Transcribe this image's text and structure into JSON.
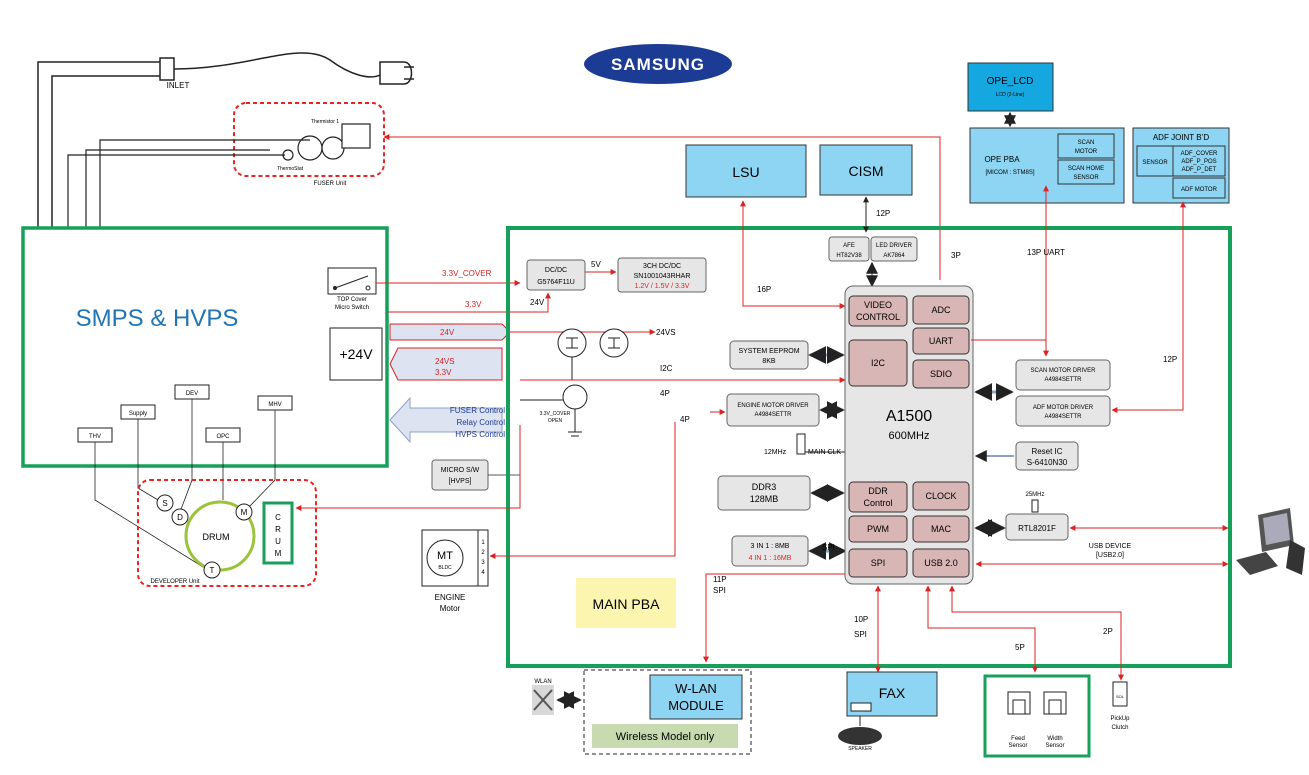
{
  "logo": "SAMSUNG",
  "inlet": "INLET",
  "fuser": {
    "unit": "FUSER Unit",
    "thermistor": "Thermistor 1",
    "thermostat": "ThermoStat"
  },
  "smps": {
    "title": "SMPS & HVPS",
    "switch_label_1": "TOP Cover",
    "switch_label_2": "Micro Switch",
    "plus24": "+24V",
    "hv": [
      "THV",
      "Supply",
      "DEV",
      "OPC",
      "MHV"
    ],
    "fuser_ctrl": [
      "FUSER Control",
      "Relay Control",
      "HVPS Control"
    ]
  },
  "developer": {
    "unit": "DEVELOPER Unit",
    "drum": "DRUM",
    "s": "S",
    "d": "D",
    "t": "T",
    "m": "M",
    "crum": [
      "C",
      "R",
      "U",
      "M"
    ]
  },
  "micro_sw": [
    "MICRO S/W",
    "[HVPS]"
  ],
  "engine": {
    "mt": "MT",
    "bldc": "BLDC",
    "pins": [
      "1",
      "2",
      "3",
      "4"
    ],
    "label": [
      "ENGINE",
      "Motor"
    ]
  },
  "lsu": "LSU",
  "cism": "CISM",
  "afe": [
    "AFE",
    "HT82V38"
  ],
  "led_driver": [
    "LED DRIVER",
    "AK7864"
  ],
  "ope_lcd": [
    "OPE_LCD",
    "LCD (2-Line)"
  ],
  "ope_pba": [
    "OPE PBA",
    "[MICOM : STM8S]"
  ],
  "scan_motor": [
    "SCAN",
    "MOTOR"
  ],
  "scan_home": [
    "SCAN HOME",
    "SENSOR"
  ],
  "adf_joint": {
    "title": "ADF JOINT B’D",
    "sensor": "SENSOR",
    "sensors": [
      "ADF_COVER",
      "ADF_P_POS",
      "ADF_P_DET"
    ],
    "motor": "ADF MOTOR"
  },
  "dcdc": [
    "DC/DC",
    "G5764F11U"
  ],
  "ch3": [
    "3CH DC/DC",
    "SN1001043RHAR",
    "1.2V / 1.5V / 3.3V"
  ],
  "volt": {
    "v5": "5V",
    "v24a": "24V",
    "v24vs": "24VS",
    "cover": "3.3V_COVER",
    "v33": "3.3V",
    "v24": "24V",
    "v24vs2": "24VS",
    "v33b": "3.3V",
    "open": [
      "3.3V_COVER",
      "OPEN"
    ]
  },
  "eeprom": [
    "SYSTEM EEPROM",
    "8KB"
  ],
  "engine_driver": [
    "ENGINE MOTOR DRIVER",
    "A4984SETTR"
  ],
  "main_clk": "MAIN CLK",
  "mhz12": "12MHz",
  "ddr3": [
    "DDR3",
    "128MB"
  ],
  "spi_flash": [
    "3 IN 1 :   8MB",
    "4 IN 1 :  16MB"
  ],
  "cpu": {
    "video": [
      "VIDEO",
      "CONTROL"
    ],
    "adc": "ADC",
    "uart": "UART",
    "i2c": "I2C",
    "sdio": "SDIO",
    "name": "A1500",
    "freq": "600MHz",
    "ddr": [
      "DDR",
      "Control"
    ],
    "clock": "CLOCK",
    "pwm": "PWM",
    "mac": "MAC",
    "spi": "SPI",
    "usb": "USB 2.0"
  },
  "scan_driver": [
    "SCAN MOTOR DRIVER",
    "A4984SETTR"
  ],
  "adf_driver": [
    "ADF MOTOR DRIVER",
    "A4984SETTR"
  ],
  "reset_ic": [
    "Reset IC",
    "S-6410N30"
  ],
  "rtl": "RTL8201F",
  "mhz25": "25MHz",
  "usb_dev": [
    "USB DEVICE",
    "[USB2.0]"
  ],
  "main_pba": "MAIN PBA",
  "wire_labels": {
    "p12a": "12P",
    "p3": "3P",
    "p13": "13P  UART",
    "p16": "16P",
    "p12b": "12P",
    "i2c": "I2C",
    "p4a": "4P",
    "p4b": "4P",
    "spi": "SPI",
    "p11": [
      "11P",
      "SPI"
    ],
    "p10": [
      "10P",
      "SPI"
    ],
    "p5": "5P",
    "p2": "2P"
  },
  "wlan": "WLAN",
  "wlan_module": [
    "W-LAN",
    "MODULE"
  ],
  "wireless_only": "Wireless Model only",
  "fax": "FAX",
  "speaker": "SPEAKER",
  "feed_sensor": [
    "Feed",
    "Sensor"
  ],
  "width_sensor": [
    "Width",
    "Sensor"
  ],
  "pickup": [
    "PickUp",
    "Clutch"
  ],
  "sol": "SOL"
}
